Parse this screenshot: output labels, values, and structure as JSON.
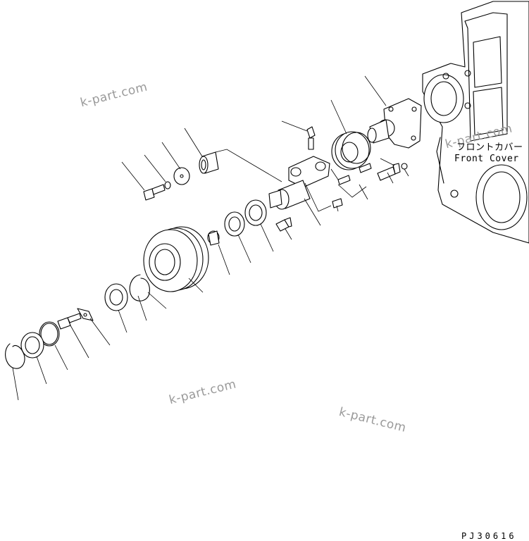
{
  "diagram": {
    "cover_label_jp": "フロントカバー",
    "cover_label_en": "Front Cover",
    "drawing_code": "PJ30616"
  },
  "watermarks": [
    "k-part.com",
    "k-part.com",
    "k-part.com",
    "k-part.com"
  ]
}
